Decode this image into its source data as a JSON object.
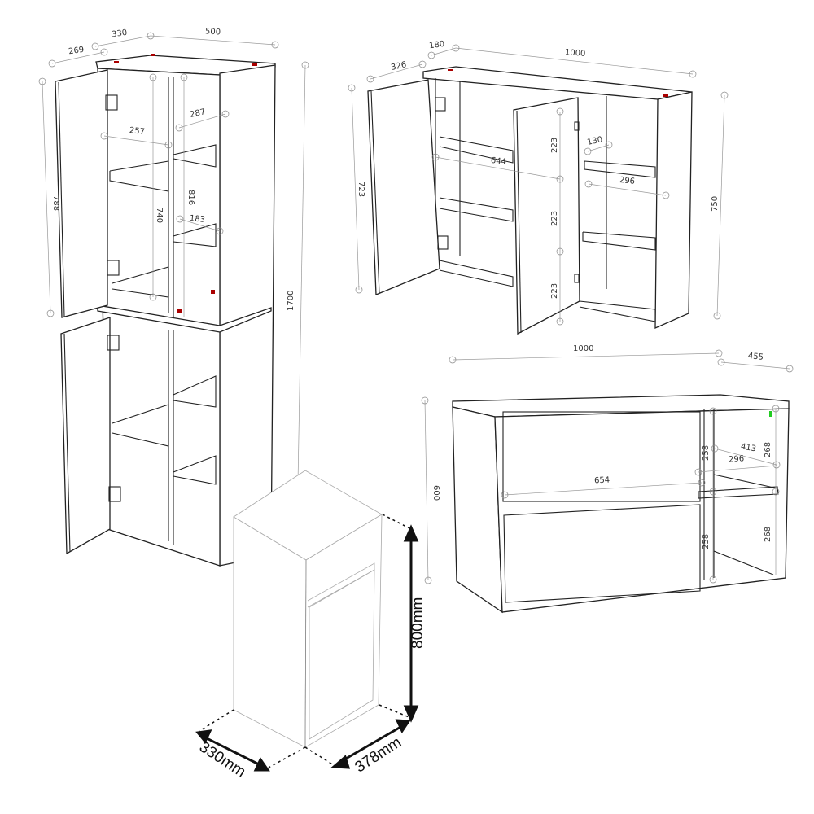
{
  "tall_cabinet": {
    "dims": {
      "depth_top": "330",
      "width": "500",
      "door_depth": "269",
      "inner_left": "257",
      "inner_right": "287",
      "height_right": "816",
      "height_left": "740",
      "shelf": "183",
      "door_height": "788",
      "total_height": "1700"
    }
  },
  "wall_cabinet": {
    "dims": {
      "top_depth": "180",
      "width": "1000",
      "door_depth": "326",
      "inner": "644",
      "shelf_depth": "130",
      "shelf_width": "296",
      "gap1": "223",
      "gap2": "223",
      "gap3": "223",
      "door_height": "723",
      "height": "750"
    }
  },
  "base_cabinet": {
    "dims": {
      "width": "1000",
      "depth": "455",
      "height": "600",
      "drawer_width": "654",
      "drawer_top": "258",
      "drawer_bottom": "258",
      "shelf_diag": "413",
      "shelf_width": "296",
      "shelf_top": "268",
      "shelf_bottom": "268"
    }
  },
  "small_cabinet": {
    "height": "800mm",
    "depth": "330mm",
    "width": "378mm"
  }
}
